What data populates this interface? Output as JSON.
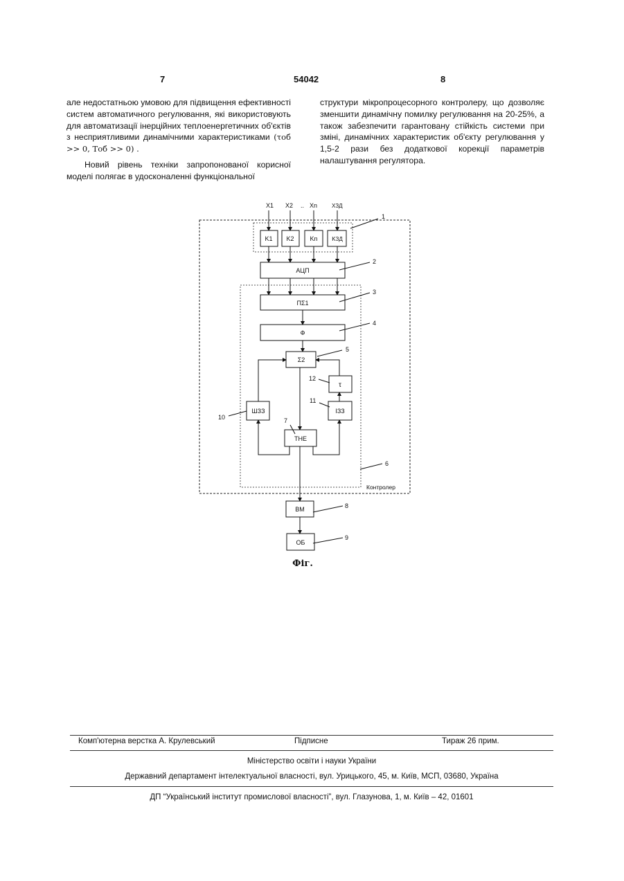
{
  "header": {
    "page_left": "7",
    "patent_number": "54042",
    "page_right": "8"
  },
  "left_column": {
    "p1": "але недостатньою умовою для підвищення ефективності систем автоматичного регулювання, які використовують для автоматизації інерційних теплоенергетичних об'єктів з несприятливими динамічними характеристиками",
    "p1_formula": "(τоб >> 0, Tоб >> 0) .",
    "p2": "Новий рівень техніки запропонованої корисної моделі полягає в удосконаленні функціональної"
  },
  "right_column": {
    "p1": "структури мікропроцесорного контролеру, що дозволяє зменшити динамічну помилку регулювання на 20-25%, а також забезпечити гарантовану стійкість системи при зміні, динамічних характеристик об'єкту регулювання у 1,5-2 рази без додаткової корекції параметрів налаштування регулятора."
  },
  "diagram": {
    "inputs": {
      "x1": "X1",
      "x2": "X2",
      "ellipsis": "..",
      "xn": "Xn",
      "xzd": "XЗД"
    },
    "blocks": {
      "k1": "K1",
      "k2": "K2",
      "kn": "Kn",
      "kzd": "KЗД",
      "adc": "АЦП",
      "ps1": "ПΣ1",
      "f": "Ф",
      "sum2": "Σ2",
      "tau": "τ",
      "shzz": "ШЗЗ",
      "izz": "ІЗЗ",
      "tne": "ТНЕ",
      "vm": "ВМ",
      "ob": "ОБ"
    },
    "callouts": {
      "c1": "1",
      "c2": "2",
      "c3": "3",
      "c4": "4",
      "c5": "5",
      "c6": "6",
      "c7": "7",
      "c8": "8",
      "c9": "9",
      "c10": "10",
      "c11": "11",
      "c12": "12"
    },
    "controller_label": "Контролер",
    "caption": "Фіг."
  },
  "footer": {
    "layout_credit": "Комп'ютерна верстка А. Крулевський",
    "signed": "Підписне",
    "circulation": "Тираж 26 прим.",
    "ministry": "Міністерство освіти і науки України",
    "department": "Державний департамент інтелектуальної власності, вул. Урицького, 45, м. Київ, МСП, 03680, Україна",
    "institute": "ДП “Український інститут промислової власності”, вул. Глазунова, 1, м. Київ – 42, 01601"
  }
}
